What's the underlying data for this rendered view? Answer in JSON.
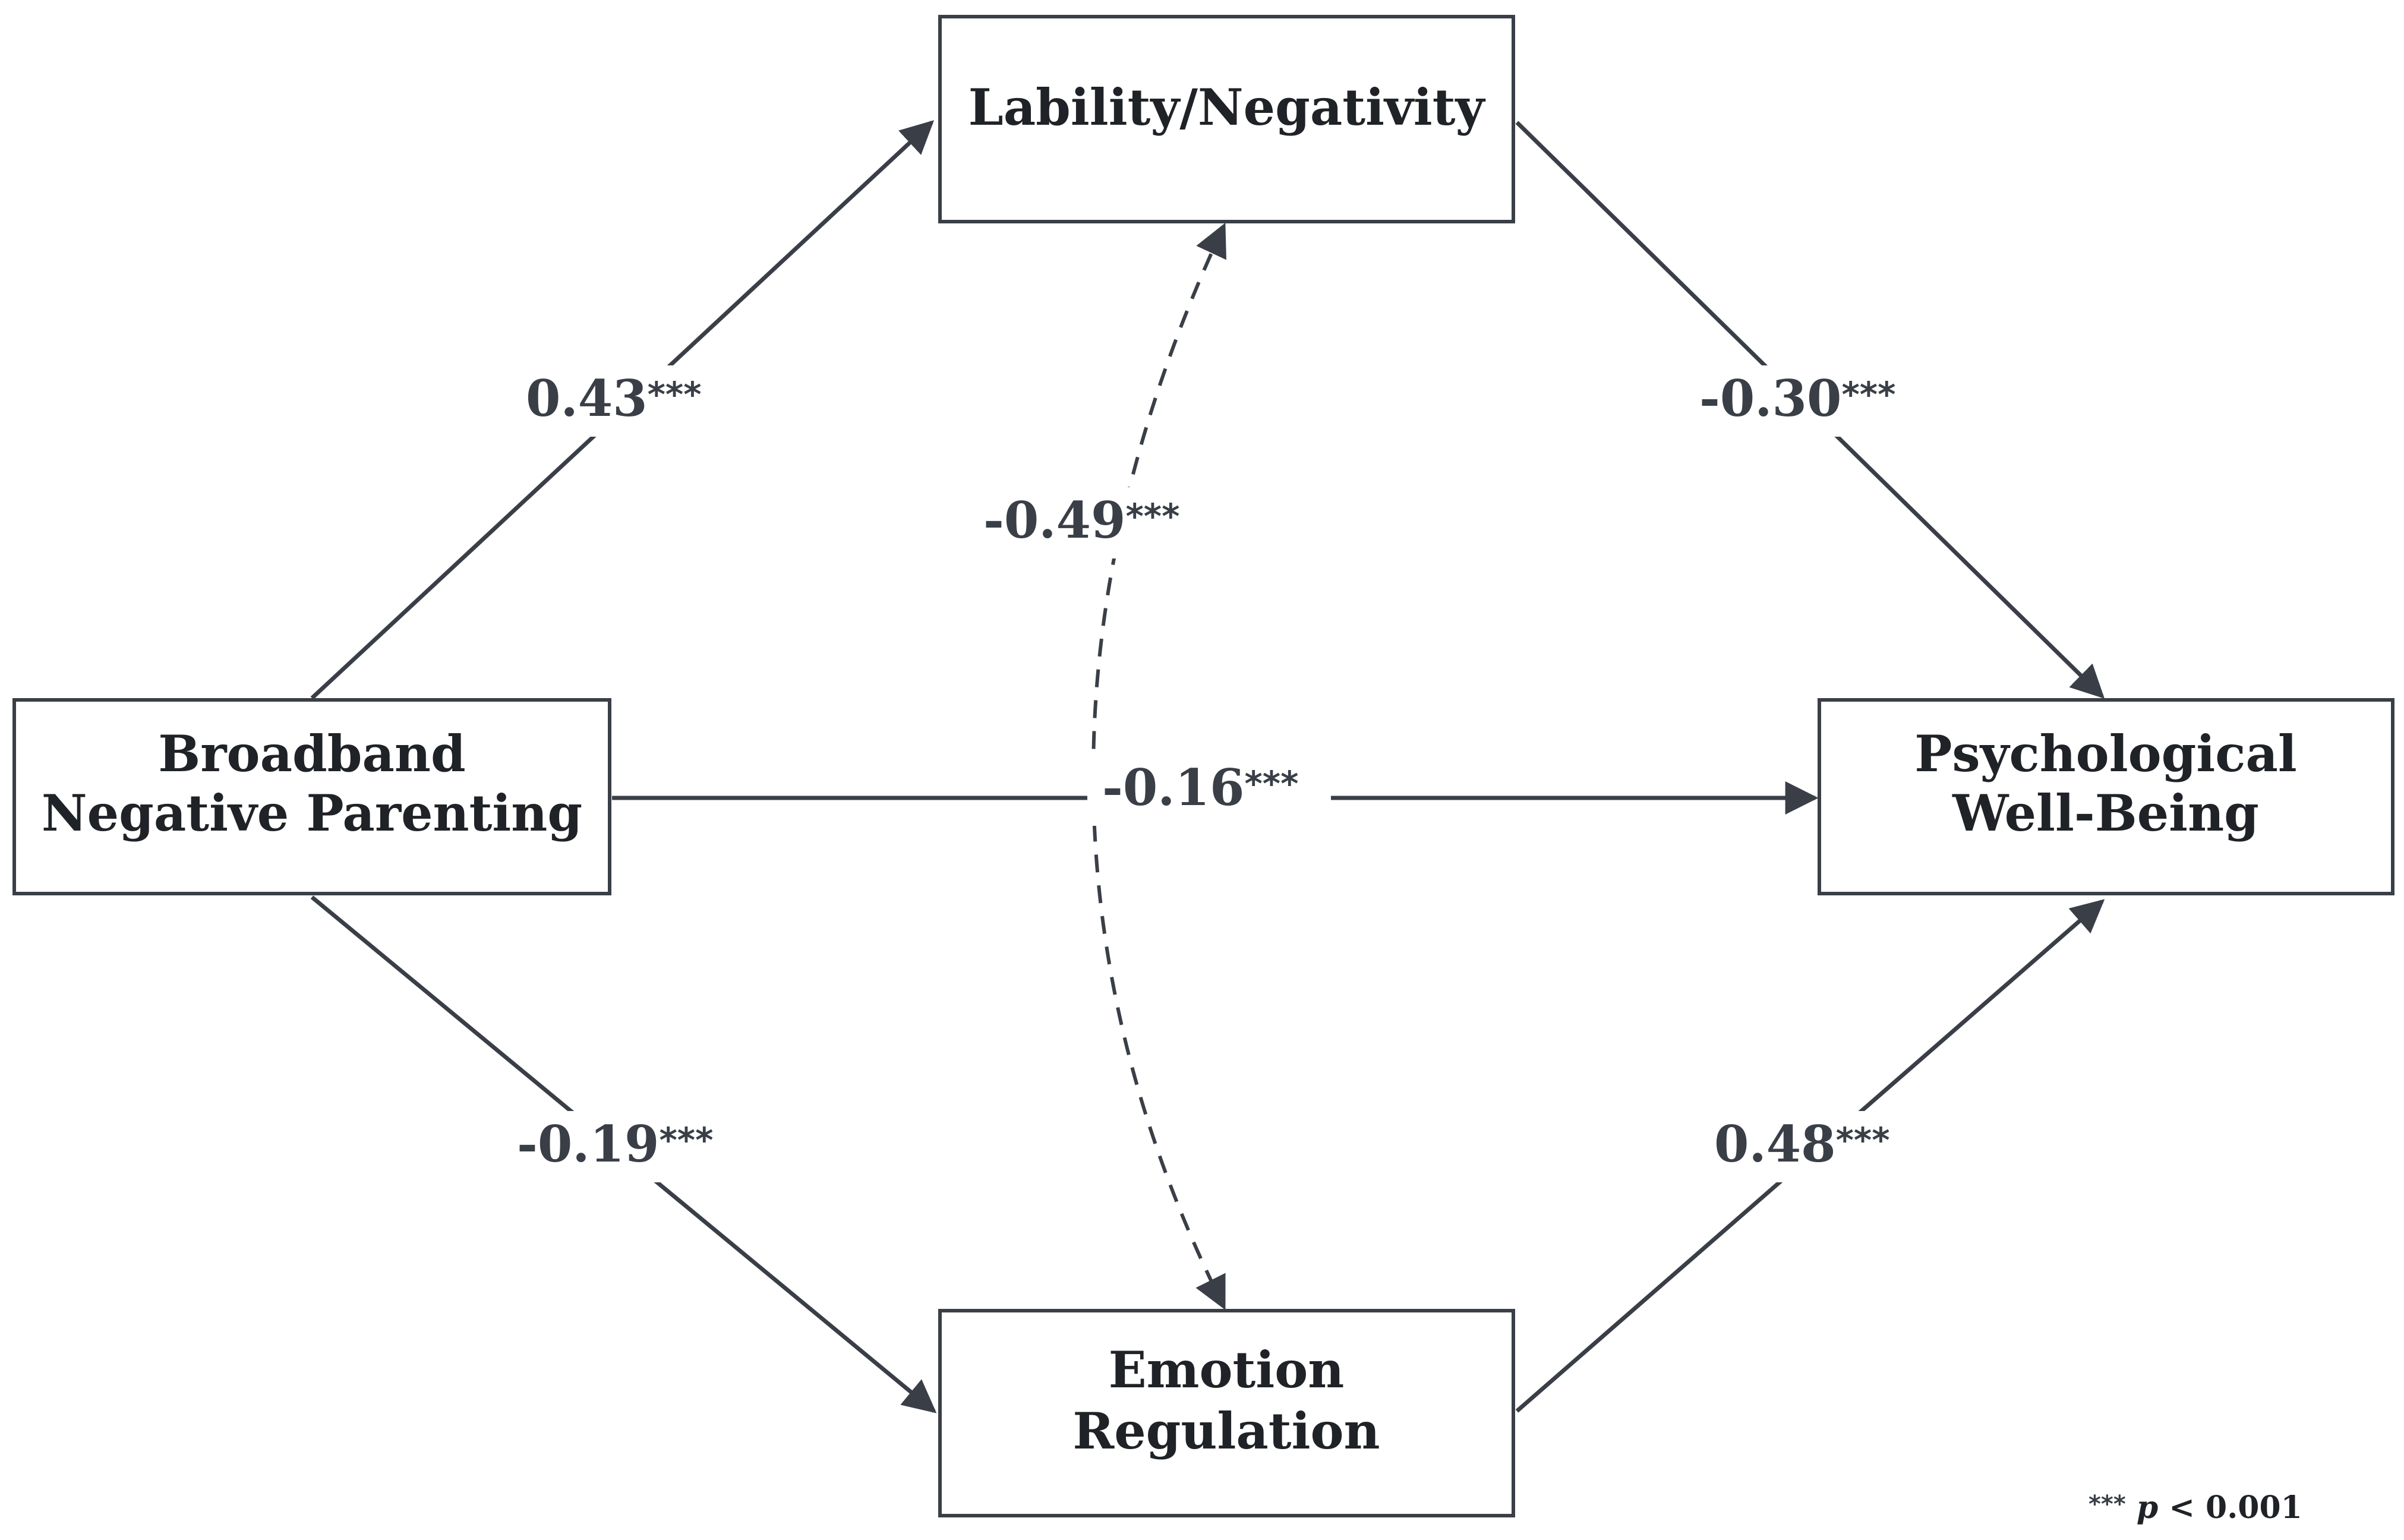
{
  "nodes": {
    "lability": {
      "label": "Lability/Negativity"
    },
    "parenting": {
      "line1": "Broadband",
      "line2": "Negative Parenting"
    },
    "wellbeing": {
      "line1": "Psychological",
      "line2": "Well-Being"
    },
    "emotion": {
      "line1": "Emotion",
      "line2": "Regulation"
    }
  },
  "edges": [
    {
      "id": "parenting-to-lability",
      "from": "Broadband Negative Parenting",
      "to": "Lability/Negativity",
      "coef": "0.43",
      "stars": "***",
      "style": "solid"
    },
    {
      "id": "lability-to-wellbeing",
      "from": "Lability/Negativity",
      "to": "Psychological Well-Being",
      "coef": "-0.30",
      "stars": "***",
      "style": "solid"
    },
    {
      "id": "parenting-to-wellbeing",
      "from": "Broadband Negative Parenting",
      "to": "Psychological Well-Being",
      "coef": "-0.16",
      "stars": "***",
      "style": "solid"
    },
    {
      "id": "parenting-to-emotion",
      "from": "Broadband Negative Parenting",
      "to": "Emotion Regulation",
      "coef": "-0.19",
      "stars": "***",
      "style": "solid"
    },
    {
      "id": "emotion-to-wellbeing",
      "from": "Emotion Regulation",
      "to": "Psychological Well-Being",
      "coef": "0.48",
      "stars": "***",
      "style": "solid"
    },
    {
      "id": "lability-emotion-covariance",
      "from": "Lability/Negativity",
      "to": "Emotion Regulation",
      "coef": "-0.49",
      "stars": "***",
      "style": "dashed"
    }
  ],
  "note": {
    "stars": "***",
    "p": "p",
    "rest": " < 0.001"
  },
  "colors": {
    "line": "#3a3f47",
    "text": "#1f2226",
    "background": "#ffffff"
  }
}
